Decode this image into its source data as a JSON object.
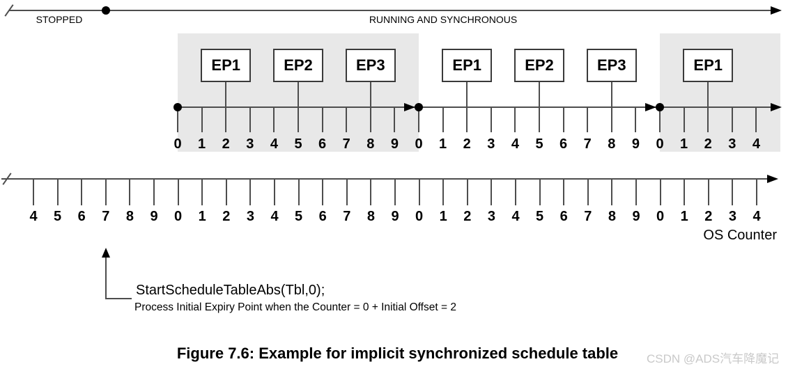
{
  "colors": {
    "shade": "#e8e8e8",
    "line": "#4d4d4d",
    "text": "#000000",
    "watermark": "#c9c9c9"
  },
  "status_bar": {
    "stopped_label": "STOPPED",
    "running_label": "RUNNING AND SYNCHRONOUS"
  },
  "schedule_table": {
    "tick_labels": [
      "0",
      "1",
      "2",
      "3",
      "4",
      "5",
      "6",
      "7",
      "8",
      "9",
      "0",
      "1",
      "2",
      "3",
      "4",
      "5",
      "6",
      "7",
      "8",
      "9",
      "0",
      "1",
      "2",
      "3",
      "4"
    ],
    "cycle_start_ticks": [
      0,
      10,
      20
    ],
    "cycle_end_ticks": [
      10,
      20
    ],
    "shaded_cycles": [
      {
        "from_tick": 0,
        "to_tick": 10
      },
      {
        "from_tick": 20,
        "to_tick": 25
      }
    ],
    "expiry_points": [
      {
        "label": "EP1",
        "tick": 2
      },
      {
        "label": "EP2",
        "tick": 5
      },
      {
        "label": "EP3",
        "tick": 8
      },
      {
        "label": "EP1",
        "tick": 12
      },
      {
        "label": "EP2",
        "tick": 15
      },
      {
        "label": "EP3",
        "tick": 18
      },
      {
        "label": "EP1",
        "tick": 22
      }
    ]
  },
  "os_counter": {
    "tick_labels": [
      "4",
      "5",
      "6",
      "7",
      "8",
      "9",
      "0",
      "1",
      "2",
      "3",
      "4",
      "5",
      "6",
      "7",
      "8",
      "9",
      "0",
      "1",
      "2",
      "3",
      "4",
      "5",
      "6",
      "7",
      "8",
      "9",
      "0",
      "1",
      "2",
      "3",
      "4"
    ],
    "axis_label": "OS Counter",
    "start_call_tick": 3
  },
  "annotation": {
    "line1": "StartScheduleTableAbs(Tbl,0);",
    "line2": "Process Initial Expiry Point when the Counter = 0 + Initial Offset = 2"
  },
  "caption": "Figure 7.6: Example for implicit synchronized schedule table",
  "watermark": "CSDN @ADS汽车降魔记"
}
